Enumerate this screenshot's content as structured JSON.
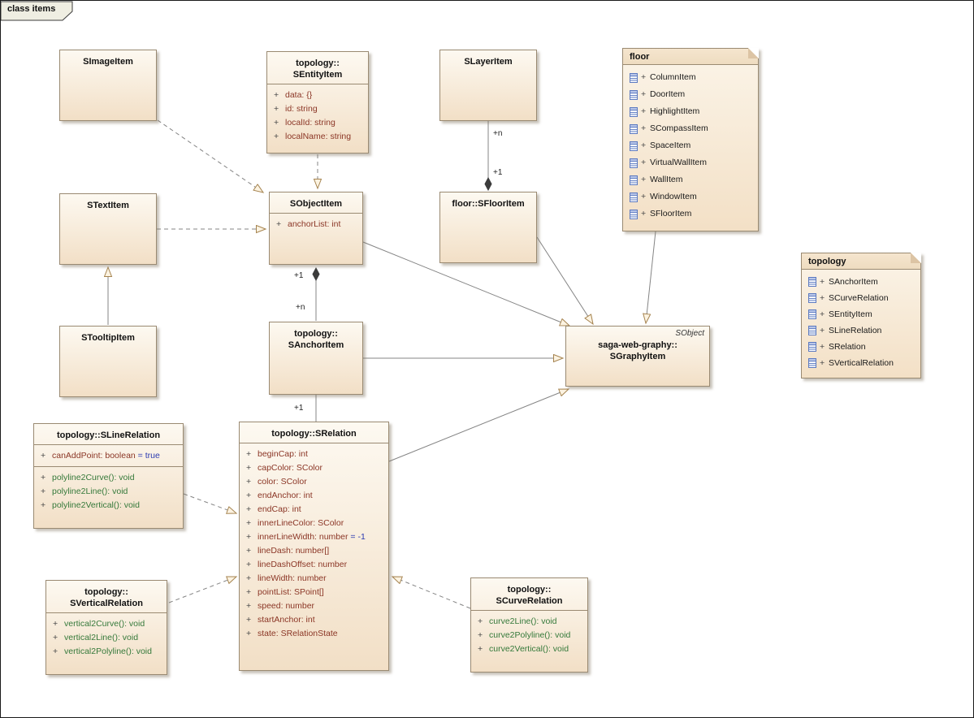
{
  "frame": {
    "label": "class items"
  },
  "colors": {
    "attribute_text": "#8b3626",
    "operation_text": "#35793a",
    "initial_value_text": "#2b3ab0",
    "box_border": "#9a8a72",
    "box_fill_top": "#fdf9f1",
    "box_fill_bottom": "#f2dfc6",
    "connector_line": "#848484",
    "arrowhead_fill": "#fcf3e1"
  },
  "icons": {
    "package_item": "class-element-icon"
  },
  "multiplicities": {
    "layer_source": "+n",
    "layer_target": "+1",
    "object_target": "+1",
    "anchor_source": "+n",
    "anchor_relation": "+1"
  },
  "classes": {
    "SImageItem": {
      "title": [
        "SImageItem"
      ]
    },
    "SEntityItem": {
      "title": [
        "topology::",
        "SEntityItem"
      ],
      "attributes": [
        {
          "vis": "+",
          "text": "data: {}"
        },
        {
          "vis": "+",
          "text": "id: string"
        },
        {
          "vis": "+",
          "text": "localId: string"
        },
        {
          "vis": "+",
          "text": "localName: string"
        }
      ]
    },
    "SLayerItem": {
      "title": [
        "SLayerItem"
      ]
    },
    "STextItem": {
      "title": [
        "STextItem"
      ]
    },
    "SObjectItem": {
      "title": [
        "SObjectItem"
      ],
      "attributes": [
        {
          "vis": "+",
          "text": "anchorList: int"
        }
      ]
    },
    "SFloorItem": {
      "title": [
        "floor::SFloorItem"
      ]
    },
    "STooltipItem": {
      "title": [
        "STooltipItem"
      ]
    },
    "SAnchorItem": {
      "title": [
        "topology::",
        "SAnchorItem"
      ]
    },
    "SGraphyItem": {
      "stereotype": "SObject",
      "title": [
        "saga-web-graphy::",
        "SGraphyItem"
      ]
    },
    "SLineRelation": {
      "title": [
        "topology::SLineRelation"
      ],
      "attributes": [
        {
          "vis": "+",
          "text": "canAddPoint: boolean",
          "value": " = true"
        }
      ],
      "operations": [
        {
          "vis": "+",
          "text": "polyline2Curve(): void"
        },
        {
          "vis": "+",
          "text": "polyline2Line(): void"
        },
        {
          "vis": "+",
          "text": "polyline2Vertical(): void"
        }
      ]
    },
    "SRelation": {
      "title": [
        "topology::SRelation"
      ],
      "attributes": [
        {
          "vis": "+",
          "text": "beginCap: int"
        },
        {
          "vis": "+",
          "text": "capColor: SColor"
        },
        {
          "vis": "+",
          "text": "color: SColor"
        },
        {
          "vis": "+",
          "text": "endAnchor: int"
        },
        {
          "vis": "+",
          "text": "endCap: int"
        },
        {
          "vis": "+",
          "text": "innerLineColor: SColor"
        },
        {
          "vis": "+",
          "text": "innerLineWidth: number",
          "value": " = -1"
        },
        {
          "vis": "+",
          "text": "lineDash: number[]"
        },
        {
          "vis": "+",
          "text": "lineDashOffset: number"
        },
        {
          "vis": "+",
          "text": "lineWidth: number"
        },
        {
          "vis": "+",
          "text": "pointList: SPoint[]"
        },
        {
          "vis": "+",
          "text": "speed: number"
        },
        {
          "vis": "+",
          "text": "startAnchor: int"
        },
        {
          "vis": "+",
          "text": "state: SRelationState"
        }
      ]
    },
    "SVerticalRelation": {
      "title": [
        "topology::",
        "SVerticalRelation"
      ],
      "operations": [
        {
          "vis": "+",
          "text": "vertical2Curve(): void"
        },
        {
          "vis": "+",
          "text": "vertical2Line(): void"
        },
        {
          "vis": "+",
          "text": "vertical2Polyline(): void"
        }
      ]
    },
    "SCurveRelation": {
      "title": [
        "topology::",
        "SCurveRelation"
      ],
      "operations": [
        {
          "vis": "+",
          "text": "curve2Line(): void"
        },
        {
          "vis": "+",
          "text": "curve2Polyline(): void"
        },
        {
          "vis": "+",
          "text": "curve2Vertical(): void"
        }
      ]
    }
  },
  "packages": {
    "floor": {
      "title": "floor",
      "items": [
        {
          "vis": "+",
          "text": "ColumnItem"
        },
        {
          "vis": "+",
          "text": "DoorItem"
        },
        {
          "vis": "+",
          "text": "HighlightItem"
        },
        {
          "vis": "+",
          "text": "SCompassItem"
        },
        {
          "vis": "+",
          "text": "SpaceItem"
        },
        {
          "vis": "+",
          "text": "VirtualWallItem"
        },
        {
          "vis": "+",
          "text": "WallItem"
        },
        {
          "vis": "+",
          "text": "WindowItem"
        },
        {
          "vis": "+",
          "text": "SFloorItem"
        }
      ]
    },
    "topology": {
      "title": "topology",
      "items": [
        {
          "vis": "+",
          "text": "SAnchorItem"
        },
        {
          "vis": "+",
          "text": "SCurveRelation"
        },
        {
          "vis": "+",
          "text": "SEntityItem"
        },
        {
          "vis": "+",
          "text": "SLineRelation"
        },
        {
          "vis": "+",
          "text": "SRelation"
        },
        {
          "vis": "+",
          "text": "SVerticalRelation"
        }
      ]
    }
  }
}
